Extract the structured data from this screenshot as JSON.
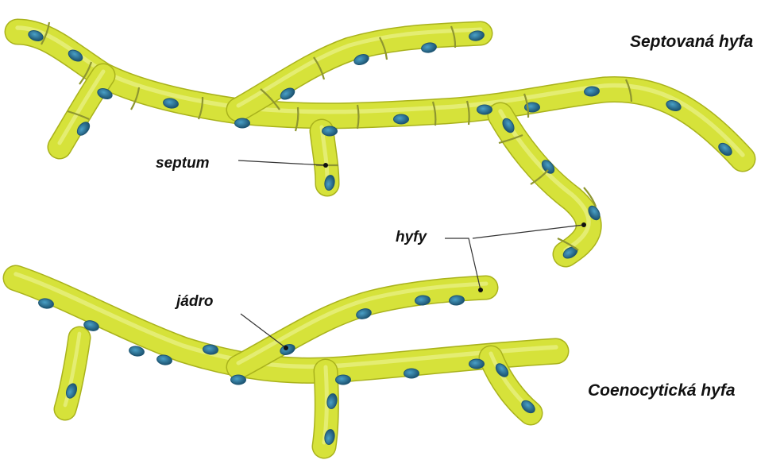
{
  "labels": {
    "septate_title": "Septovaná hyfa",
    "coenocytic_title": "Coenocytická hyfa",
    "septum": "septum",
    "hyphae": "hyfy",
    "nucleus": "jádro"
  },
  "colors": {
    "hypha_fill": "#d6e23a",
    "hypha_edge": "#a9b21c",
    "hypha_highlight": "#f0f5a0",
    "septum_line": "#8e9630",
    "nucleus_fill": "#2f7fa3",
    "nucleus_dark": "#1d5573",
    "leader_line": "#333333"
  },
  "icons": {
    "hypha": "hypha-tube",
    "nucleus": "nucleus-dot",
    "septum": "septum-wall"
  }
}
